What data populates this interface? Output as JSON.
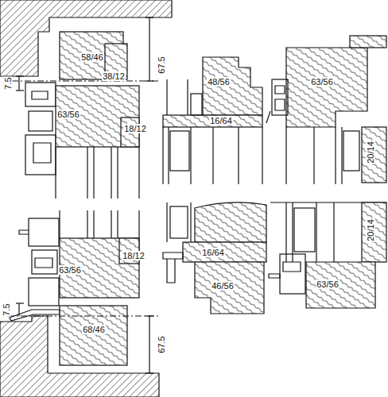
{
  "diagram": {
    "labels": [
      "67.5",
      "58/46",
      "38/12",
      "7.5",
      "63/56",
      "18/12",
      "48/56",
      "16/64",
      "63/56",
      "20/14",
      "63/56",
      "18/12",
      "7.5",
      "68/46",
      "67.5",
      "16/64",
      "46/56",
      "20/14",
      "63/56"
    ]
  }
}
